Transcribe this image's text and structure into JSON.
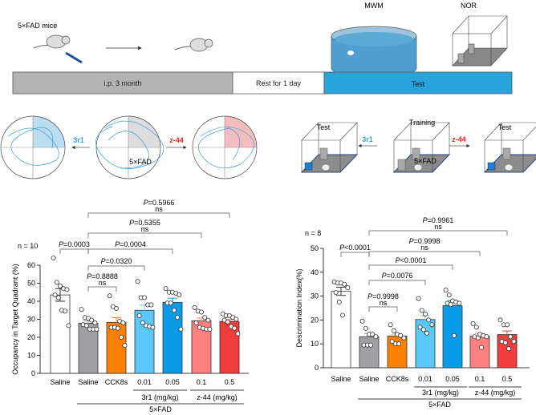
{
  "schematic": {
    "mice_label": "5×FAD mice",
    "mwm_label": "MWM",
    "nor_label": "NOR",
    "timeline": [
      {
        "label": "i.p. 3 month",
        "color": "#b3b3b3"
      },
      {
        "label": "Rest for 1 day",
        "color": "#ffffff"
      },
      {
        "label": "Test",
        "color": "#29a3dc"
      }
    ],
    "mwm_panel": {
      "left_treatment": "3r1",
      "right_treatment": "z-44",
      "center_label": "5×FAD",
      "left_color": "#29a3dc",
      "right_color": "#e8231f"
    },
    "nor_panel": {
      "left_box": "Test",
      "center_box": "Training",
      "right_box": "Test",
      "center_label": "5×FAD",
      "left_treatment": "3r1",
      "right_treatment": "z-44"
    }
  },
  "chart_data": [
    {
      "type": "bar",
      "title": "",
      "ylabel": "Occupancy in Target Quadrant (%)",
      "ylim": [
        0,
        60
      ],
      "yticks": [
        "0",
        "10",
        "20",
        "30",
        "40",
        "50",
        "60"
      ],
      "n_label": "n = 10",
      "categories": [
        "Saline",
        "Saline",
        "CCK8s",
        "0.01",
        "0.05",
        "0.1",
        "0.5"
      ],
      "groups": [
        {
          "label": "3r1 (mg/kg)",
          "from": 3,
          "to": 4
        },
        {
          "label": "z-44 (mg/kg)",
          "from": 5,
          "to": 6
        }
      ],
      "super_group": {
        "label": "5×FAD",
        "from": 1,
        "to": 6
      },
      "colors": [
        "#ffffff",
        "#a0a0a4",
        "#ff7f00",
        "#5ac8fa",
        "#0a9be6",
        "#ff8080",
        "#f03c3c"
      ],
      "values": [
        43.5,
        27.8,
        28.3,
        35.0,
        39.4,
        29.2,
        28.8
      ],
      "sem": [
        3.5,
        1.3,
        2.6,
        2.8,
        2.3,
        1.5,
        1.0
      ],
      "points": [
        [
          64,
          50.5,
          48.5,
          47,
          46.5,
          43.5,
          42,
          35,
          34.5,
          26.5
        ],
        [
          35.5,
          31,
          30.5,
          29.5,
          28,
          27,
          26.5,
          24.5,
          24.5,
          24.5
        ],
        [
          43,
          37,
          36,
          29,
          28,
          25.5,
          25.5,
          25,
          20,
          15.5
        ],
        [
          51,
          42,
          42,
          38,
          38,
          32,
          28,
          26.5,
          26,
          25.5
        ],
        [
          47,
          45,
          45,
          44.5,
          43.5,
          39,
          39,
          35,
          31,
          24.5
        ],
        [
          36.5,
          34.5,
          34,
          31,
          29.5,
          28,
          25.5,
          25,
          24.5,
          24.5
        ],
        [
          33,
          32,
          32,
          31,
          30,
          29.5,
          28.5,
          26,
          25,
          22
        ]
      ],
      "comparisons": [
        {
          "from": 0,
          "to": 1,
          "p": "=0.0003",
          "ns": ""
        },
        {
          "from": 1,
          "to": 6,
          "p": "=0.5966",
          "ns": "ns"
        },
        {
          "from": 1,
          "to": 5,
          "p": "=0.5355",
          "ns": "ns"
        },
        {
          "from": 1,
          "to": 4,
          "p": "=0.0004",
          "ns": ""
        },
        {
          "from": 1,
          "to": 3,
          "p": "=0.0320",
          "ns": ""
        },
        {
          "from": 1,
          "to": 2,
          "p": "=0.8888",
          "ns": "ns"
        }
      ]
    },
    {
      "type": "bar",
      "title": "",
      "ylabel": "Descrimination Index(%)",
      "ylim": [
        0,
        50
      ],
      "yticks": [
        "0",
        "10",
        "20",
        "30",
        "40",
        "50"
      ],
      "n_label": "n = 8",
      "categories": [
        "Saline",
        "Saline",
        "CCK8s",
        "0.01",
        "0.05",
        "0.1",
        "0.5"
      ],
      "groups": [
        {
          "label": "3r1 (mg/kg)",
          "from": 3,
          "to": 4
        },
        {
          "label": "z-44 (mg/kg)",
          "from": 5,
          "to": 6
        }
      ],
      "super_group": {
        "label": "5×FAD",
        "from": 1,
        "to": 6
      },
      "colors": [
        "#ffffff",
        "#a0a0a4",
        "#ff7f00",
        "#5ac8fa",
        "#0a9be6",
        "#ff8080",
        "#f03c3c"
      ],
      "values": [
        32.0,
        13.0,
        13.3,
        20.2,
        26.0,
        13.2,
        13.9
      ],
      "sem": [
        1.7,
        1.3,
        0.8,
        1.6,
        2.0,
        1.2,
        1.5
      ],
      "points": [
        [
          36,
          35.5,
          35.5,
          35,
          33.5,
          31.5,
          27.5,
          22
        ],
        [
          19.5,
          16.5,
          14,
          14,
          13,
          9.5,
          9.5,
          9.5
        ],
        [
          18,
          15.5,
          14,
          13.5,
          12.5,
          11,
          10,
          10
        ],
        [
          29,
          24,
          22.5,
          20,
          18,
          17,
          16,
          14.5
        ],
        [
          32.5,
          30.5,
          28,
          27.5,
          27,
          27,
          26.5,
          13.5
        ],
        [
          18.5,
          17,
          14,
          13.5,
          13,
          13,
          12.5,
          8.5
        ],
        [
          20,
          18,
          18,
          13,
          11,
          11,
          10.5,
          8
        ]
      ],
      "comparisons": [
        {
          "from": 0,
          "to": 1,
          "p": "<0.0001",
          "ns": ""
        },
        {
          "from": 1,
          "to": 6,
          "p": "=0.9961",
          "ns": "ns"
        },
        {
          "from": 1,
          "to": 5,
          "p": "=0.9998",
          "ns": "ns"
        },
        {
          "from": 1,
          "to": 4,
          "p": "<0.0001",
          "ns": ""
        },
        {
          "from": 1,
          "to": 3,
          "p": "=0.0076",
          "ns": ""
        },
        {
          "from": 1,
          "to": 2,
          "p": "=0.9998",
          "ns": "ns"
        }
      ]
    }
  ]
}
